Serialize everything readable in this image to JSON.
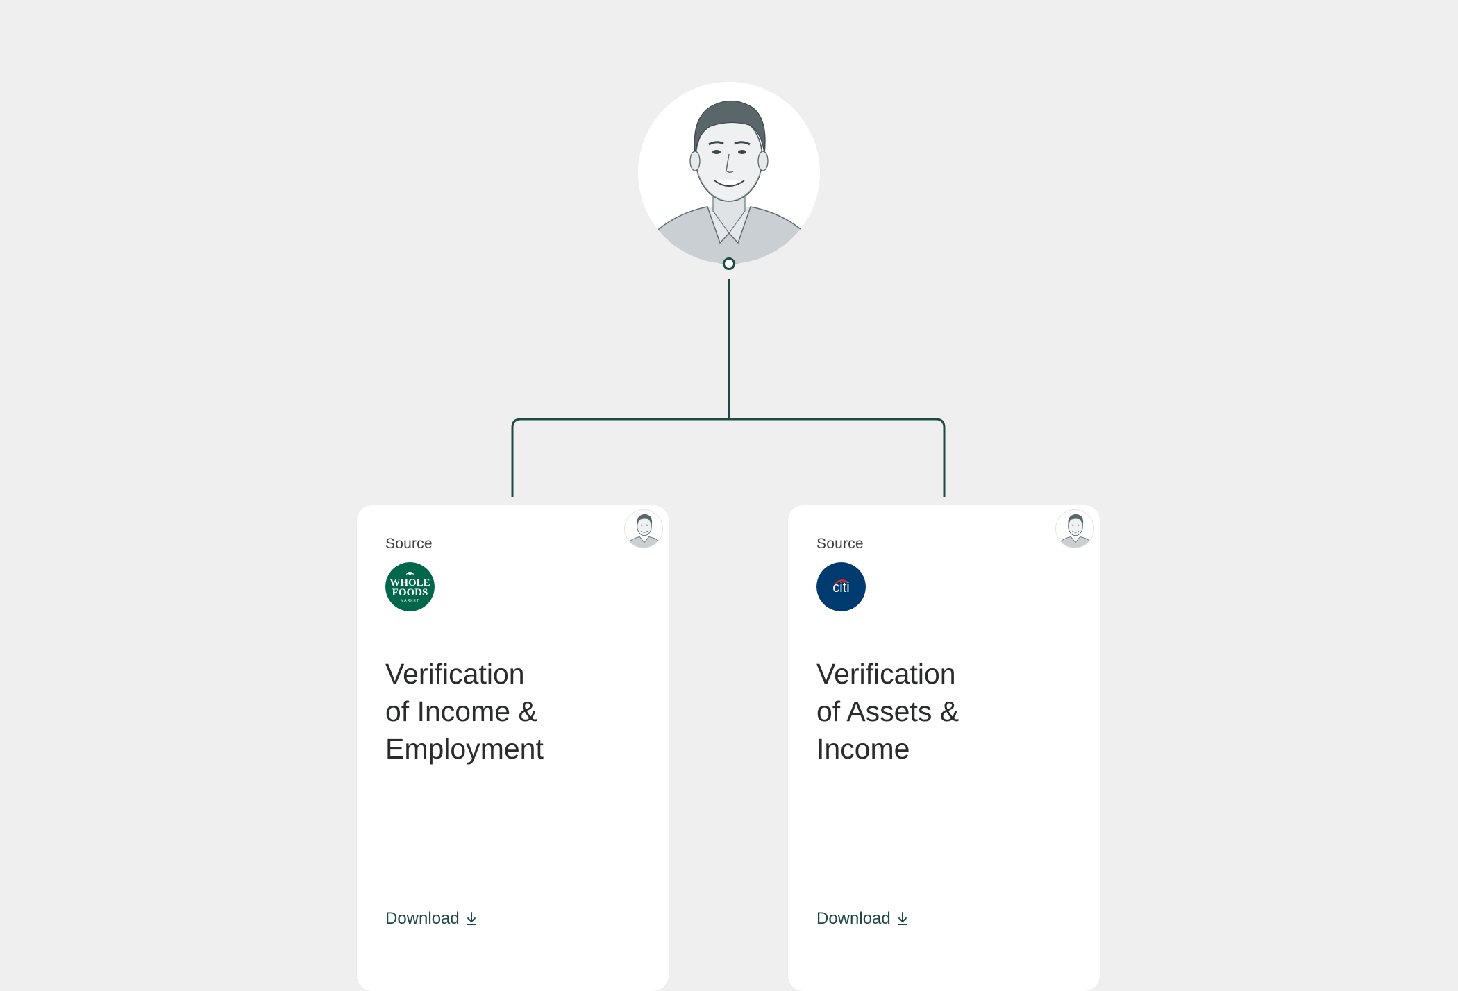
{
  "colors": {
    "background": "#EEEFEE",
    "connector": "#1F4A44",
    "card": "#FFFFFF",
    "whole_foods_green": "#00674B",
    "citi_blue": "#003B70",
    "citi_red": "#D62A2E"
  },
  "icons": {
    "user_avatar": "person-portrait-icon",
    "download": "download-arrow-icon"
  },
  "cards": [
    {
      "source_label": "Source",
      "source_logo": "whole-foods-market-logo",
      "logo_text": [
        "WHOLE",
        "FOODS",
        "MARKET"
      ],
      "title_lines": [
        "Verification",
        "of Income &",
        "Employment"
      ],
      "download_label": "Download"
    },
    {
      "source_label": "Source",
      "source_logo": "citi-logo",
      "logo_text": [
        "citi"
      ],
      "title_lines": [
        "Verification",
        "of Assets &",
        "Income"
      ],
      "download_label": "Download"
    }
  ]
}
